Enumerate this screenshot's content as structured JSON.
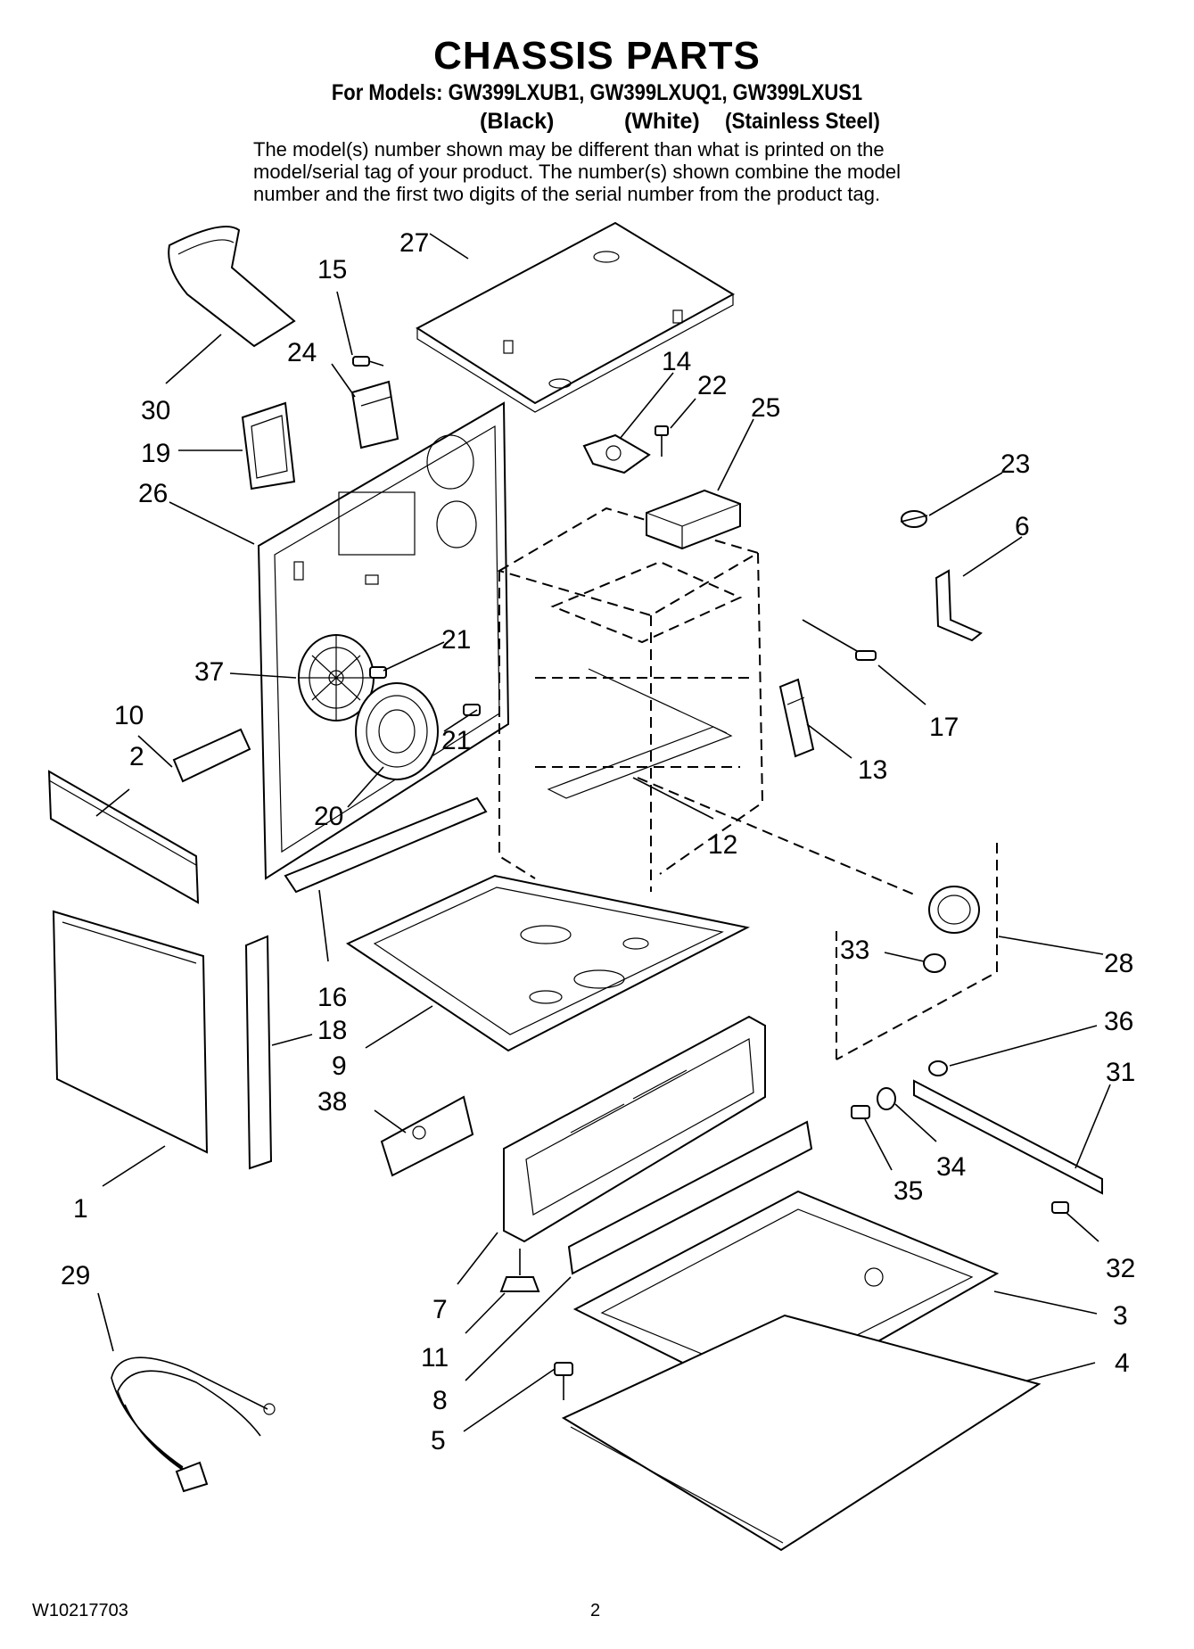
{
  "header": {
    "title": "CHASSIS PARTS",
    "models_line": "For Models: GW399LXUB1, GW399LXUQ1, GW399LXUS1",
    "colors": [
      "(Black)",
      "(White)",
      "(Stainless Steel)"
    ],
    "note_lines": [
      "The model(s) number shown may be different than what is printed on the",
      "model/serial tag of your product. The number(s) shown combine the model",
      "number and the first two digits of the serial number from the product tag."
    ]
  },
  "callouts": [
    "27",
    "15",
    "24",
    "30",
    "19",
    "26",
    "14",
    "22",
    "25",
    "23",
    "6",
    "37",
    "21",
    "21",
    "17",
    "10",
    "2",
    "13",
    "20",
    "12",
    "33",
    "28",
    "16",
    "36",
    "18",
    "31",
    "9",
    "38",
    "34",
    "35",
    "1",
    "32",
    "29",
    "7",
    "3",
    "11",
    "4",
    "8",
    "5"
  ],
  "footer": {
    "doc_number": "W10217703",
    "page_number": "2"
  }
}
